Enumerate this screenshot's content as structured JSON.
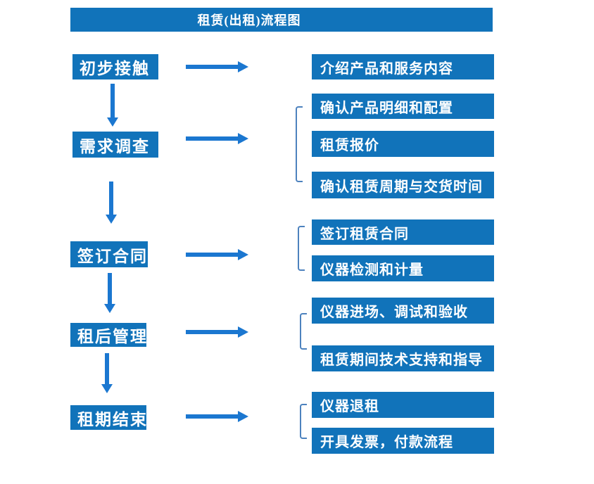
{
  "title": "租赁(出租)流程图",
  "colors": {
    "box_blue": "#1173BA",
    "arrow_blue": "#1B77D0",
    "bracket_blue": "#4D82BE",
    "background": "#FFFFFF",
    "text_white": "#FFFFFF"
  },
  "flow": {
    "steps": [
      {
        "label": "初步接触",
        "outputs": [
          "介绍产品和服务内容"
        ]
      },
      {
        "label": "需求调查",
        "outputs": [
          "确认产品明细和配置",
          "租赁报价",
          "确认租赁周期与交货时间"
        ]
      },
      {
        "label": "签订合同",
        "outputs": [
          "签订租赁合同",
          "仪器检测和计量"
        ]
      },
      {
        "label": "租后管理",
        "outputs": [
          "仪器进场、调试和验收",
          "租赁期间技术支持和指导"
        ]
      },
      {
        "label": "租期结束",
        "outputs": [
          "仪器退租",
          "开具发票，付款流程"
        ]
      }
    ]
  }
}
